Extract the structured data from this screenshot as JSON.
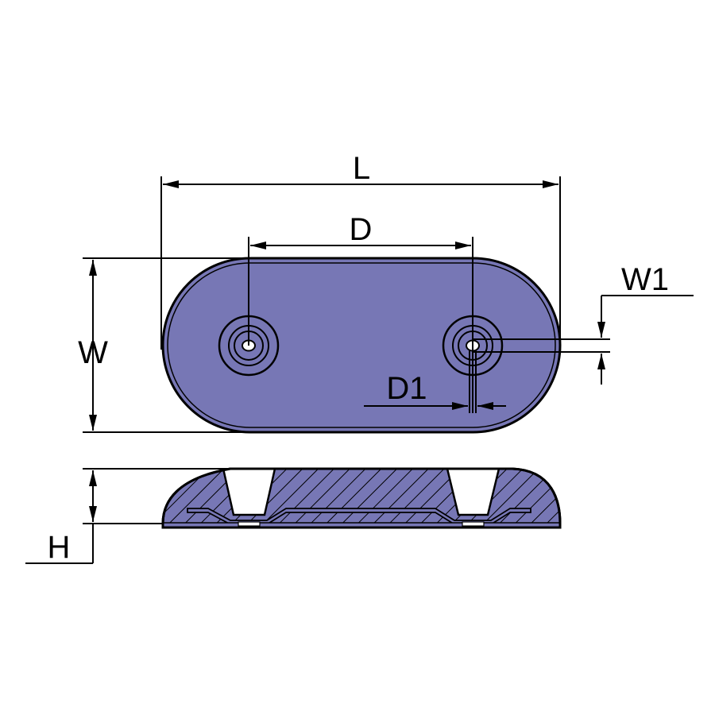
{
  "labels": {
    "length": "L",
    "hole_spacing": "D",
    "width": "W",
    "slot_width": "W1",
    "hole_diameter": "D1",
    "height": "H"
  },
  "colors": {
    "fill": "#7777B5",
    "line": "#000000",
    "hole": "#ffffff"
  },
  "icons": {
    "top_view": "anode-plate-top-view",
    "side_view": "anode-plate-section-view"
  }
}
